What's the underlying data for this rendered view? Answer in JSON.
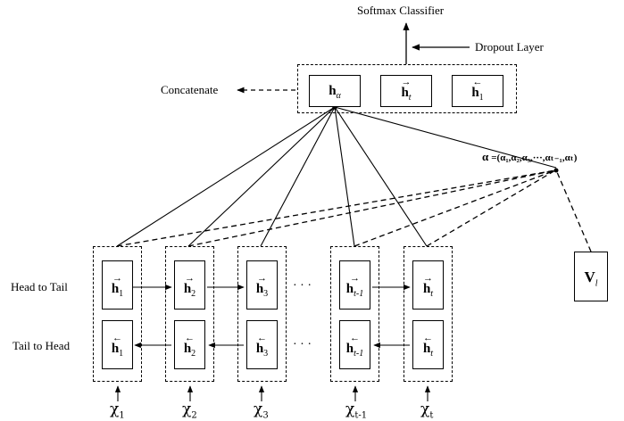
{
  "labels": {
    "softmax": "Softmax Classifier",
    "dropout": "Dropout Layer",
    "concatenate": "Concatenate",
    "head_to_tail": "Head to Tail",
    "tail_to_head": "Tail to Head",
    "ellipsis": "· · ·"
  },
  "top_vectors": {
    "h_alpha": {
      "symbol": "h",
      "sub": "α"
    },
    "h_t_fwd": {
      "symbol": "h",
      "sub": "t"
    },
    "h_1_bwd": {
      "symbol": "h",
      "sub": "1"
    }
  },
  "alpha_formula": {
    "lhs": "α",
    "rhs": "=(α₁,α₂,α₃,···,αₜ₋₁,αₜ)"
  },
  "value_vector": {
    "symbol": "V",
    "sub": "l"
  },
  "columns": [
    {
      "fwd_sub": "1",
      "bwd_sub": "1",
      "x_symbol": "χ",
      "x_sub": "1"
    },
    {
      "fwd_sub": "2",
      "bwd_sub": "2",
      "x_symbol": "χ",
      "x_sub": "2"
    },
    {
      "fwd_sub": "3",
      "bwd_sub": "3",
      "x_symbol": "χ",
      "x_sub": "3"
    },
    {
      "fwd_sub": "t-1",
      "bwd_sub": "t-1",
      "x_symbol": "χ",
      "x_sub": "t-1"
    },
    {
      "fwd_sub": "t",
      "bwd_sub": "t",
      "x_symbol": "χ",
      "x_sub": "t"
    }
  ],
  "colors": {
    "ink": "#000000",
    "background": "#ffffff"
  }
}
